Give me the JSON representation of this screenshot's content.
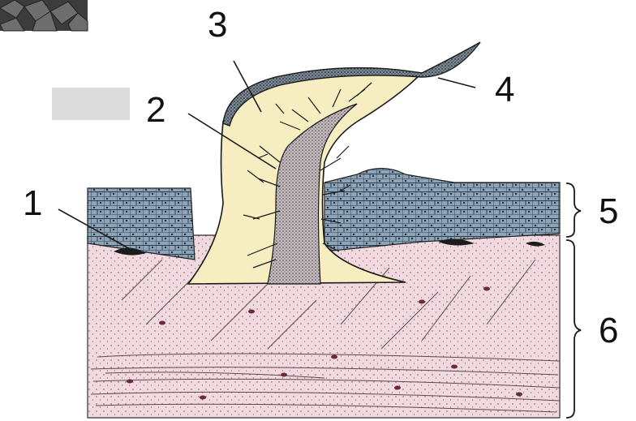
{
  "labels": {
    "n1": "1",
    "n2": "2",
    "n3": "3",
    "n4": "4",
    "n5": "5",
    "n6": "6"
  },
  "colors": {
    "dermis": "#f2d9df",
    "epidermis": "#8ea4b8",
    "dentine": "#f6eec1",
    "pulp": "#b8acb0",
    "enamel": "#6a7a88",
    "ink": "#1a1a1a"
  }
}
